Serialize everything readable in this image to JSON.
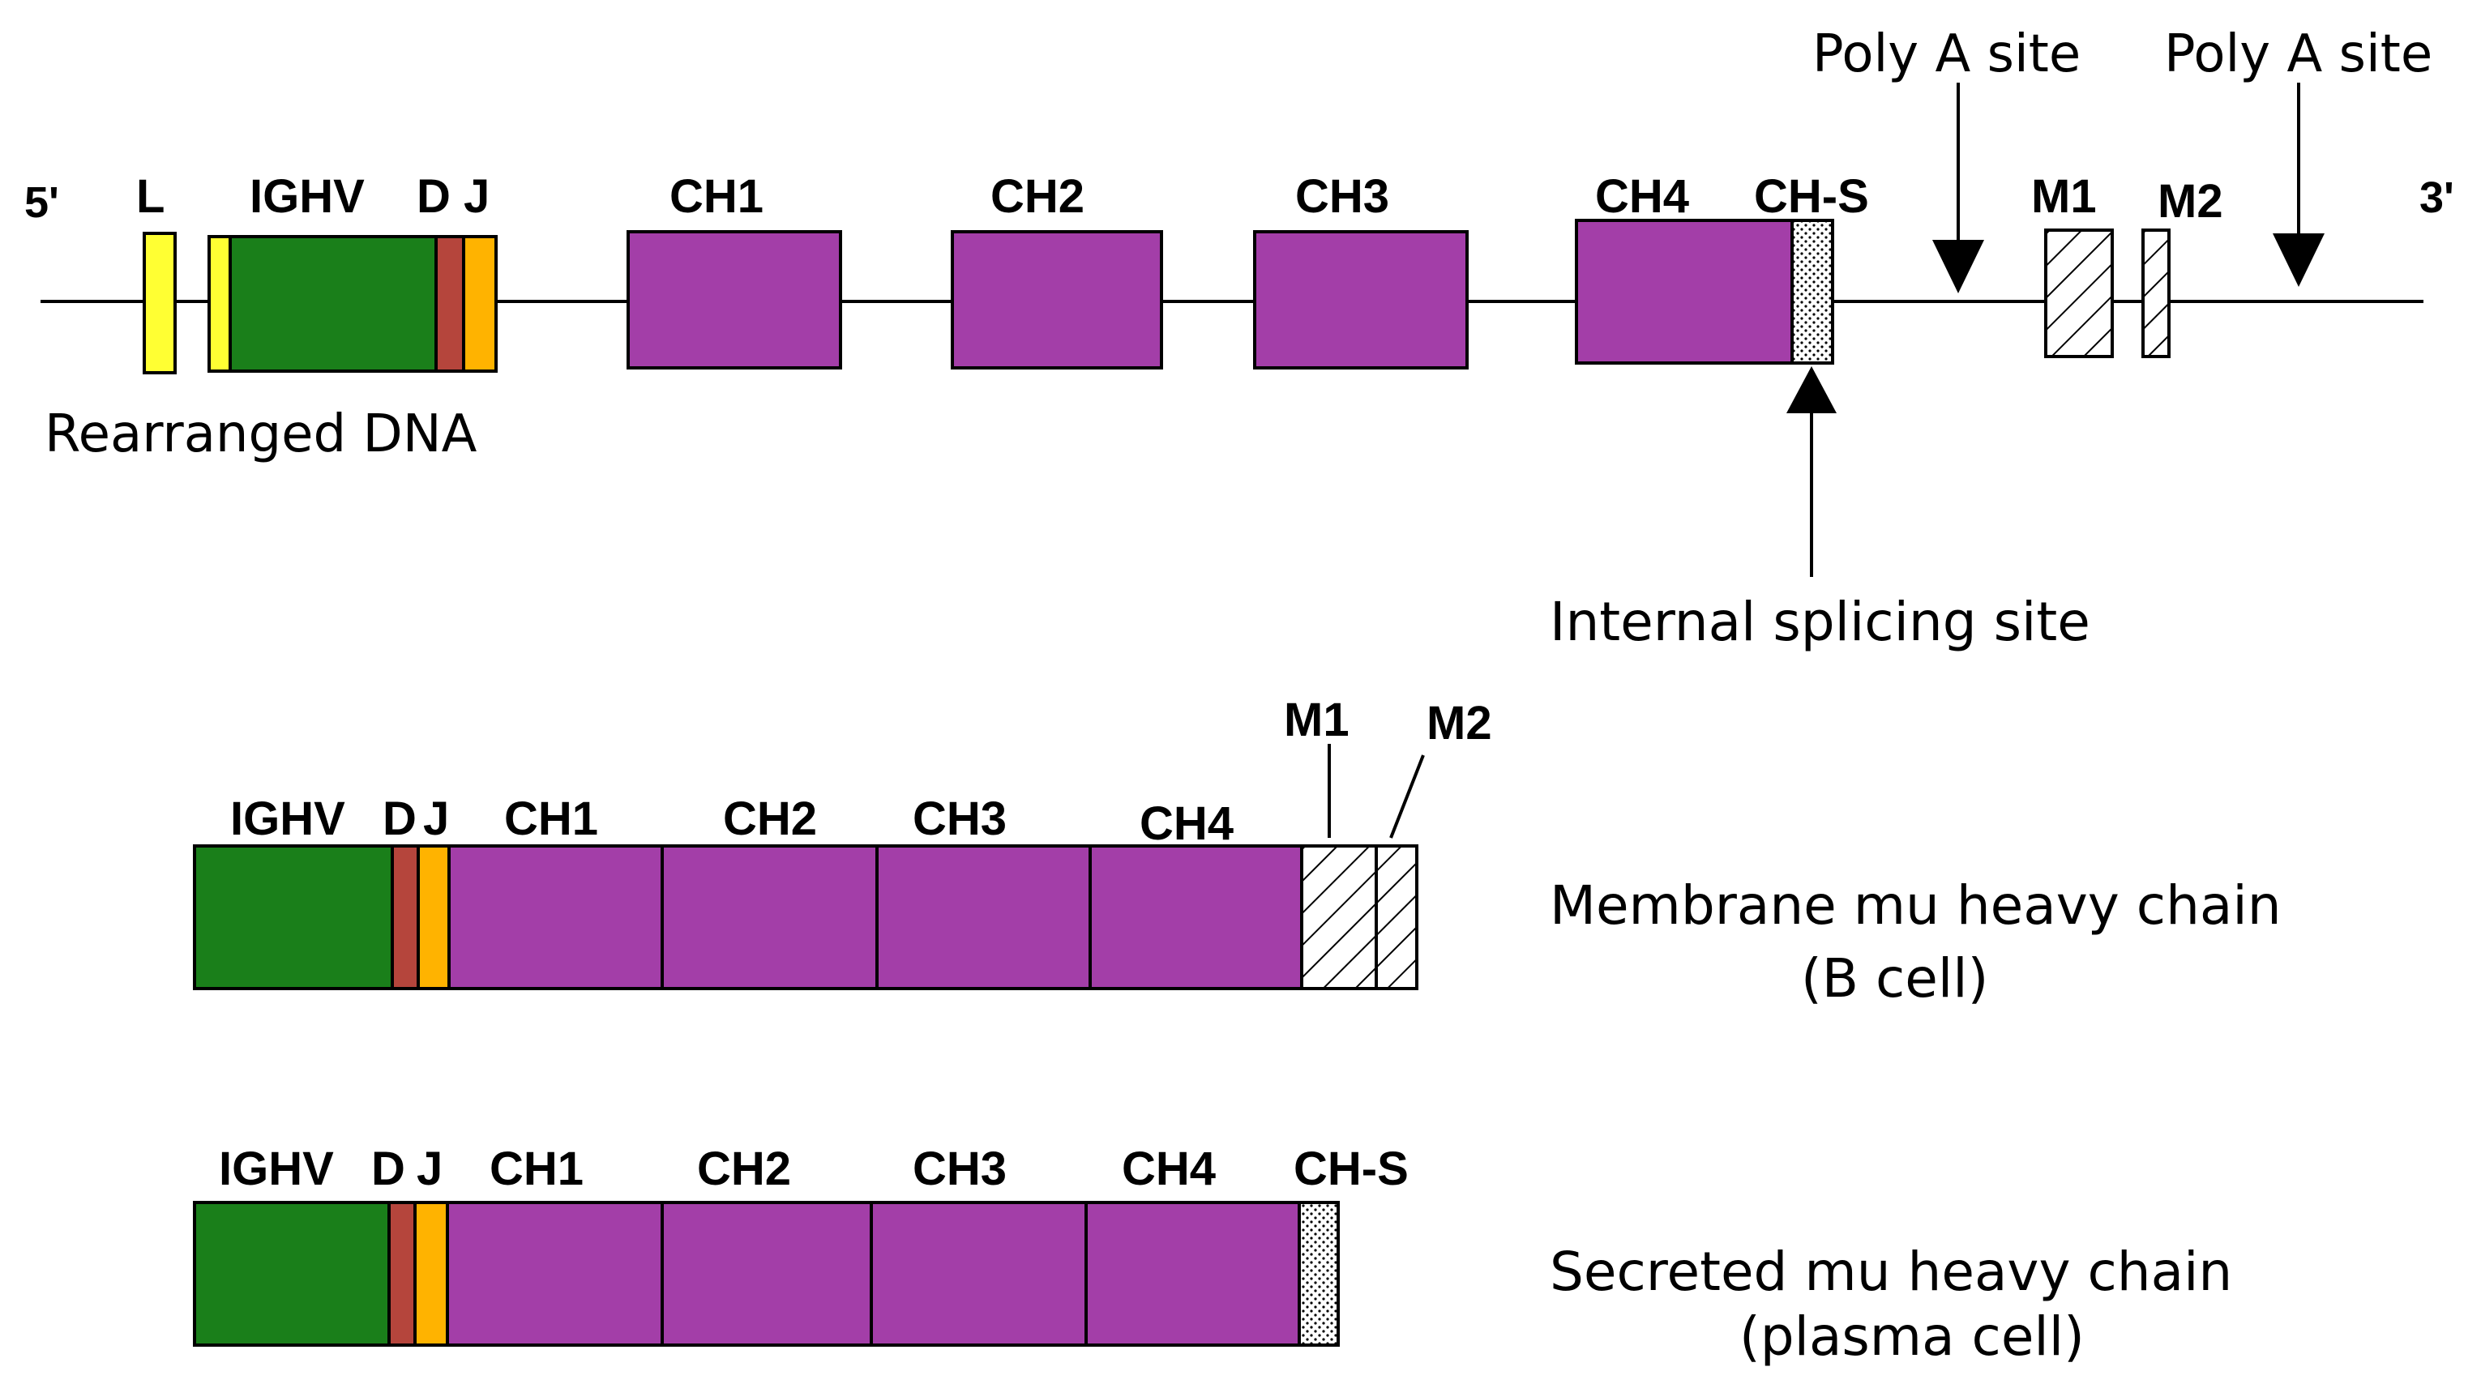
{
  "colors": {
    "leader": "#ffff33",
    "ighv": "#1a7f1a",
    "d": "#b5453c",
    "j": "#ffb300",
    "constant": "#a33ea8",
    "line": "#000000",
    "background": "#ffffff"
  },
  "top": {
    "end5": "5'",
    "end3": "3'",
    "exons": {
      "L": "L",
      "IGHV": "IGHV",
      "D": "D",
      "J": "J",
      "CH1": "CH1",
      "CH2": "CH2",
      "CH3": "CH3",
      "CH4": "CH4",
      "CHS": "CH-S",
      "M1": "M1",
      "M2": "M2"
    },
    "caption": "Rearranged DNA",
    "polyA1": "Poly A site",
    "polyA2": "Poly A site",
    "splice": "Internal splicing site"
  },
  "membrane": {
    "labels": {
      "IGHV": "IGHV",
      "D": "D",
      "J": "J",
      "CH1": "CH1",
      "CH2": "CH2",
      "CH3": "CH3",
      "CH4": "CH4",
      "M1": "M1",
      "M2": "M2"
    },
    "title": "Membrane mu heavy chain",
    "subtitle": "(B cell)"
  },
  "secreted": {
    "labels": {
      "IGHV": "IGHV",
      "D": "D",
      "J": "J",
      "CH1": "CH1",
      "CH2": "CH2",
      "CH3": "CH3",
      "CH4": "CH4",
      "CHS": "CH-S"
    },
    "title": "Secreted mu heavy chain",
    "subtitle": "(plasma cell)"
  }
}
